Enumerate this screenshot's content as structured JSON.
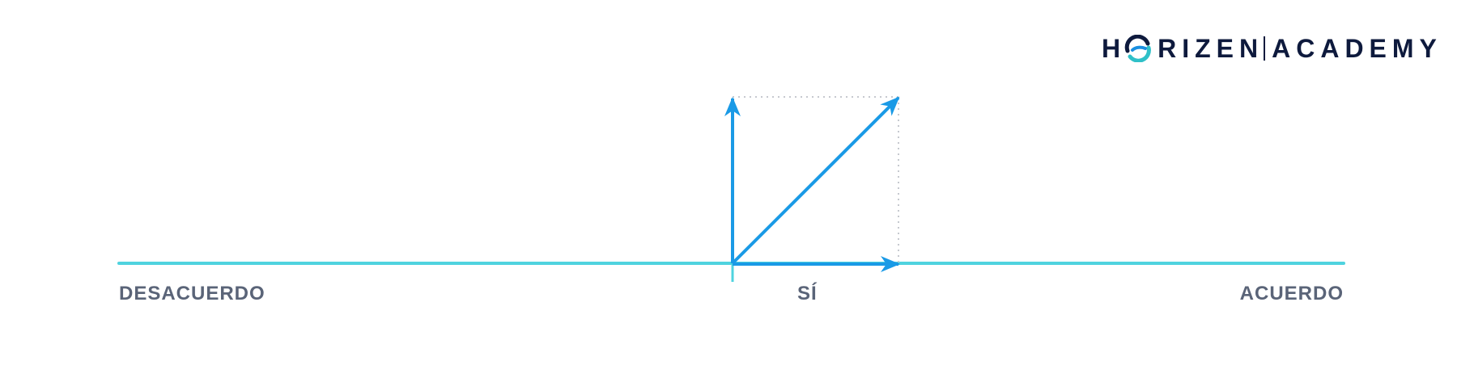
{
  "logo": {
    "brand_before": "H",
    "brand_after": "RIZEN",
    "product": "ACADEMY",
    "icon": "horizen-o-icon",
    "colors": {
      "text": "#0e1a3d",
      "ring_teal": "#2fc0c8",
      "ring_blue": "#1a8fe0"
    }
  },
  "axis": {
    "left_label": "DESACUERDO",
    "middle_label": "SÍ",
    "right_label": "ACUERDO"
  },
  "colors": {
    "axis_line": "#4fd3df",
    "vector": "#1a9ae6",
    "dotted_guide": "#c6c9cf",
    "label": "#5a6478"
  }
}
